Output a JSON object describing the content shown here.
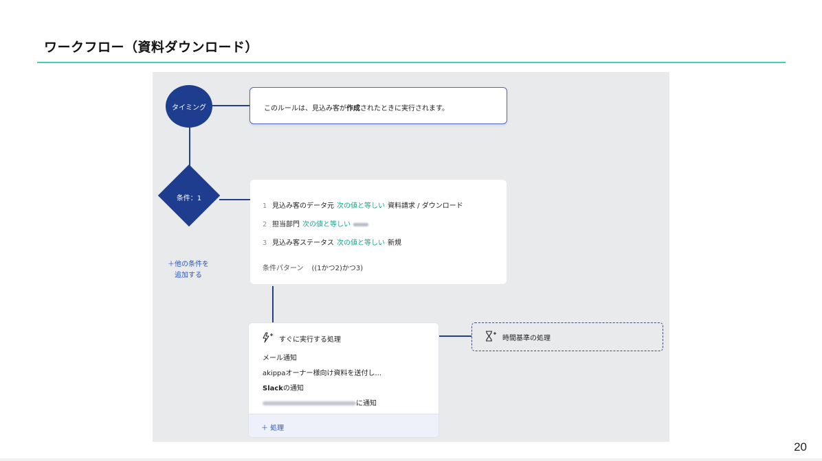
{
  "slide": {
    "title": "ワークフロー（資料ダウンロード）",
    "page_number": "20"
  },
  "workflow": {
    "timing": {
      "node_label": "タイミング",
      "rule_prefix": "このルールは、見込み客が",
      "rule_emphasis": "作成",
      "rule_suffix": "されたときに実行されます。"
    },
    "conditions": {
      "node_label": "条件：1",
      "add_label_line1": "＋他の条件を",
      "add_label_line2": "追加する",
      "items": [
        {
          "num": "1",
          "field": "見込み客のデータ元",
          "operator": "次の値と等しい",
          "value": "資料請求 / ダウンロード"
        },
        {
          "num": "2",
          "field": "担当部門",
          "operator": "次の値と等しい",
          "value": ""
        },
        {
          "num": "3",
          "field": "見込み客ステータス",
          "operator": "次の値と等しい",
          "value": "新規"
        }
      ],
      "pattern_label": "条件パターン",
      "pattern_value": "((1かつ2)かつ3)"
    },
    "immediate": {
      "header": "すぐに実行する処理",
      "item1": "メール通知",
      "item2": "akippaオーナー様向け資料を送付し...",
      "item3_bold": "Slack",
      "item3_rest": "の通知",
      "item4_suffix": "に通知",
      "add_label": "＋ 処理"
    },
    "time_based": {
      "header": "時間基準の処理"
    },
    "icons": {
      "immediate": "lightning-plus-icon",
      "time_based": "hourglass-plus-icon"
    },
    "colors": {
      "node": "#1f3d8f",
      "accent_rule": "#3fd1b4",
      "operator": "#1aa58c",
      "link": "#2e56b8"
    }
  }
}
